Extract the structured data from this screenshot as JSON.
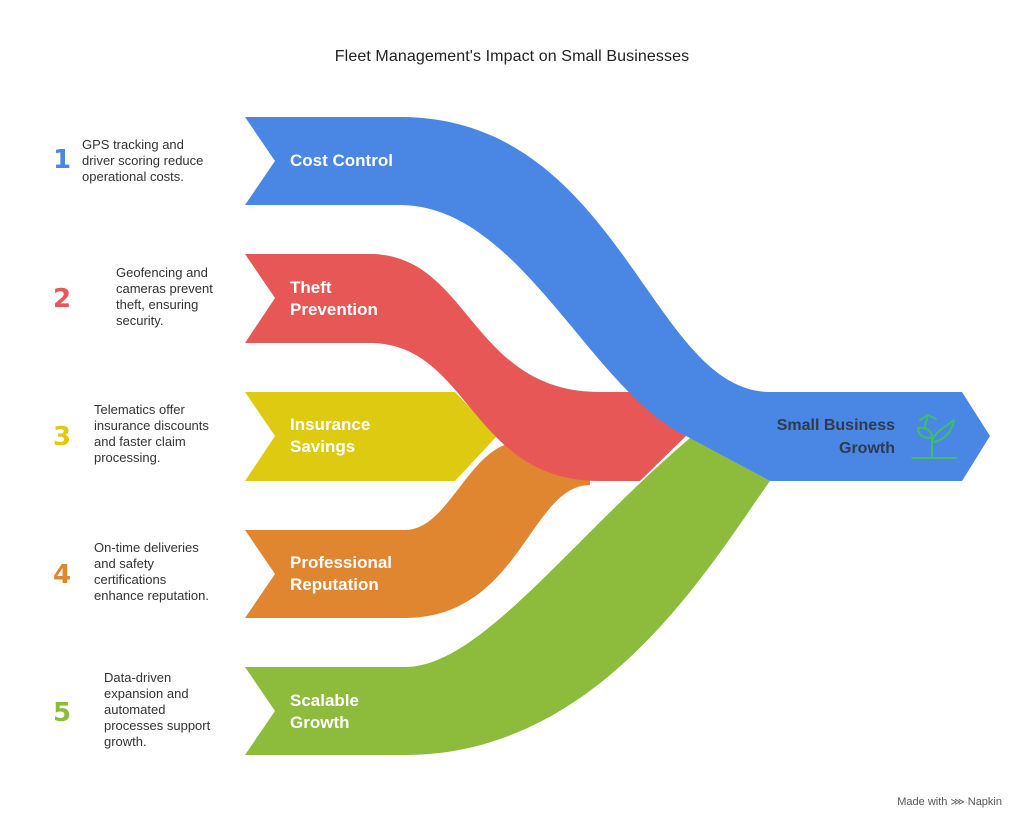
{
  "title": "Fleet Management's Impact on Small Businesses",
  "goal": {
    "line1": "Small Business",
    "line2": "Growth",
    "icon": "growth-plant-icon",
    "icon_color": "#3bbf6a"
  },
  "items": [
    {
      "number": "1",
      "label_line1": "Cost Control",
      "label_line2": "",
      "description": [
        "GPS tracking and",
        "driver scoring reduce",
        "operational costs."
      ],
      "color": "#4a86e4"
    },
    {
      "number": "2",
      "label_line1": "Theft",
      "label_line2": "Prevention",
      "description": [
        "Geofencing and",
        "cameras prevent",
        "theft, ensuring",
        "security."
      ],
      "color": "#e65755"
    },
    {
      "number": "3",
      "label_line1": "Insurance",
      "label_line2": "Savings",
      "description": [
        "Telematics offer",
        "insurance discounts",
        "and faster claim",
        "processing."
      ],
      "color": "#dfca12"
    },
    {
      "number": "4",
      "label_line1": "Professional",
      "label_line2": "Reputation",
      "description": [
        "On-time deliveries",
        "and safety",
        "certifications",
        "enhance reputation."
      ],
      "color": "#e08630"
    },
    {
      "number": "5",
      "label_line1": "Scalable",
      "label_line2": "Growth",
      "description": [
        "Data-driven",
        "expansion and",
        "automated",
        "processes support",
        "growth."
      ],
      "color": "#8dbb3c"
    }
  ],
  "footer": {
    "made_with": "Made with",
    "brand": "Napkin"
  }
}
